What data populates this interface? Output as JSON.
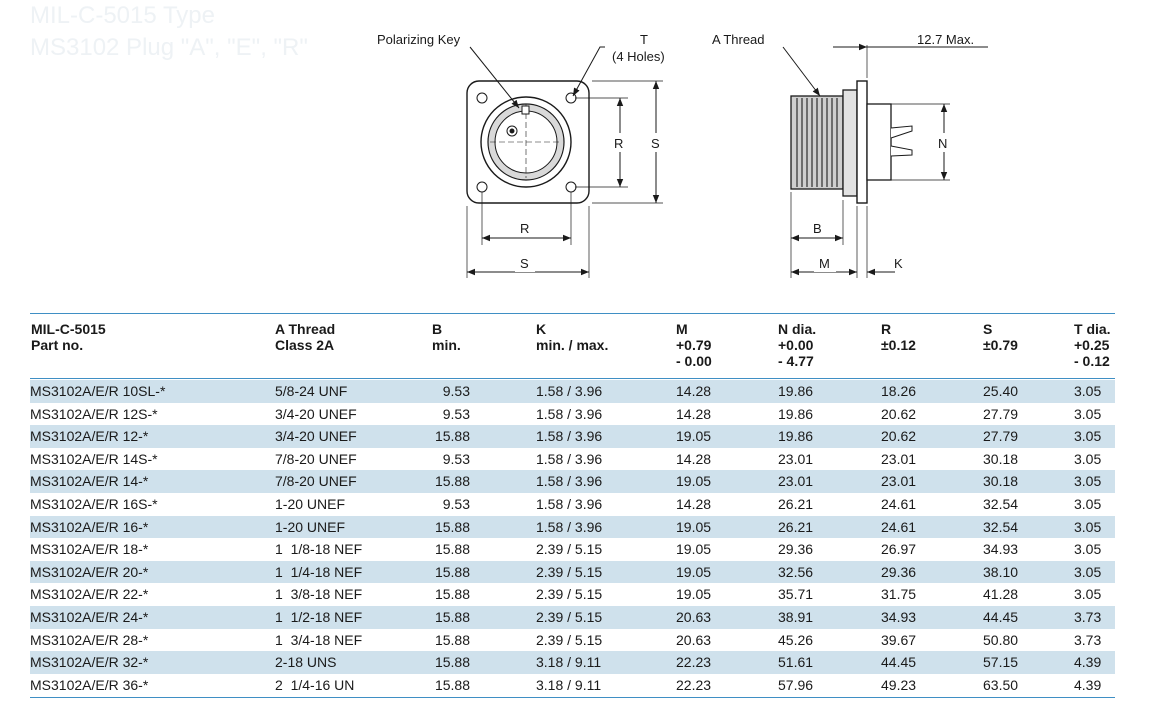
{
  "title": {
    "line1": "MIL-C-5015 Type",
    "line2": "MS3102 Plug \"A\", \"E\", \"R\""
  },
  "front_view": {
    "polarizing_key": "Polarizing Key",
    "t_label": "T",
    "t_holes": "(4 Holes)",
    "r_vertical": "R",
    "s_vertical": "S",
    "r_horizontal": "R",
    "s_horizontal": "S"
  },
  "side_view": {
    "a_thread": "A Thread",
    "max_label": "12.7 Max.",
    "n_label": "N",
    "b_label": "B",
    "m_label": "M",
    "k_label": "K"
  },
  "table": {
    "headers": [
      {
        "lines": [
          "MIL-C-5015",
          "Part no."
        ]
      },
      {
        "lines": [
          "A Thread",
          "Class 2A"
        ]
      },
      {
        "lines": [
          "B",
          "min."
        ]
      },
      {
        "lines": [
          "K",
          "min. / max."
        ]
      },
      {
        "lines": [
          "M",
          "+0.79",
          "- 0.00"
        ]
      },
      {
        "lines": [
          "N dia.",
          "+0.00",
          "- 4.77"
        ]
      },
      {
        "lines": [
          "R",
          "±0.12"
        ]
      },
      {
        "lines": [
          "S",
          "±0.79"
        ]
      },
      {
        "lines": [
          "T dia.",
          "+0.25",
          "- 0.12"
        ]
      }
    ],
    "rows": [
      [
        "MS3102A/E/R 10SL-*",
        "5/8-24 UNF",
        "9.53",
        "1.58 / 3.96",
        "14.28",
        "19.86",
        "18.26",
        "25.40",
        "3.05"
      ],
      [
        "MS3102A/E/R 12S-*",
        "3/4-20 UNEF",
        "9.53",
        "1.58 / 3.96",
        "14.28",
        "19.86",
        "20.62",
        "27.79",
        "3.05"
      ],
      [
        "MS3102A/E/R 12-*",
        "3/4-20 UNEF",
        "15.88",
        "1.58 / 3.96",
        "19.05",
        "19.86",
        "20.62",
        "27.79",
        "3.05"
      ],
      [
        "MS3102A/E/R 14S-*",
        "7/8-20 UNEF",
        "9.53",
        "1.58 / 3.96",
        "14.28",
        "23.01",
        "23.01",
        "30.18",
        "3.05"
      ],
      [
        "MS3102A/E/R 14-*",
        "7/8-20 UNEF",
        "15.88",
        "1.58 / 3.96",
        "19.05",
        "23.01",
        "23.01",
        "30.18",
        "3.05"
      ],
      [
        "MS3102A/E/R 16S-*",
        "1-20 UNEF",
        "9.53",
        "1.58 / 3.96",
        "14.28",
        "26.21",
        "24.61",
        "32.54",
        "3.05"
      ],
      [
        "MS3102A/E/R 16-*",
        "1-20 UNEF",
        "15.88",
        "1.58 / 3.96",
        "19.05",
        "26.21",
        "24.61",
        "32.54",
        "3.05"
      ],
      [
        "MS3102A/E/R 18-*",
        "1  1/8-18 NEF",
        "15.88",
        "2.39 / 5.15",
        "19.05",
        "29.36",
        "26.97",
        "34.93",
        "3.05"
      ],
      [
        "MS3102A/E/R 20-*",
        "1  1/4-18 NEF",
        "15.88",
        "2.39 / 5.15",
        "19.05",
        "32.56",
        "29.36",
        "38.10",
        "3.05"
      ],
      [
        "MS3102A/E/R 22-*",
        "1  3/8-18 NEF",
        "15.88",
        "2.39 / 5.15",
        "19.05",
        "35.71",
        "31.75",
        "41.28",
        "3.05"
      ],
      [
        "MS3102A/E/R 24-*",
        "1  1/2-18 NEF",
        "15.88",
        "2.39 / 5.15",
        "20.63",
        "38.91",
        "34.93",
        "44.45",
        "3.73"
      ],
      [
        "MS3102A/E/R 28-*",
        "1  3/4-18 NEF",
        "15.88",
        "2.39 / 5.15",
        "20.63",
        "45.26",
        "39.67",
        "50.80",
        "3.73"
      ],
      [
        "MS3102A/E/R 32-*",
        "2-18 UNS",
        "15.88",
        "3.18 / 9.11",
        "22.23",
        "51.61",
        "44.45",
        "57.15",
        "4.39"
      ],
      [
        "MS3102A/E/R 36-*",
        "2  1/4-16 UN",
        "15.88",
        "3.18 / 9.11",
        "22.23",
        "57.96",
        "49.23",
        "63.50",
        "4.39"
      ]
    ]
  }
}
